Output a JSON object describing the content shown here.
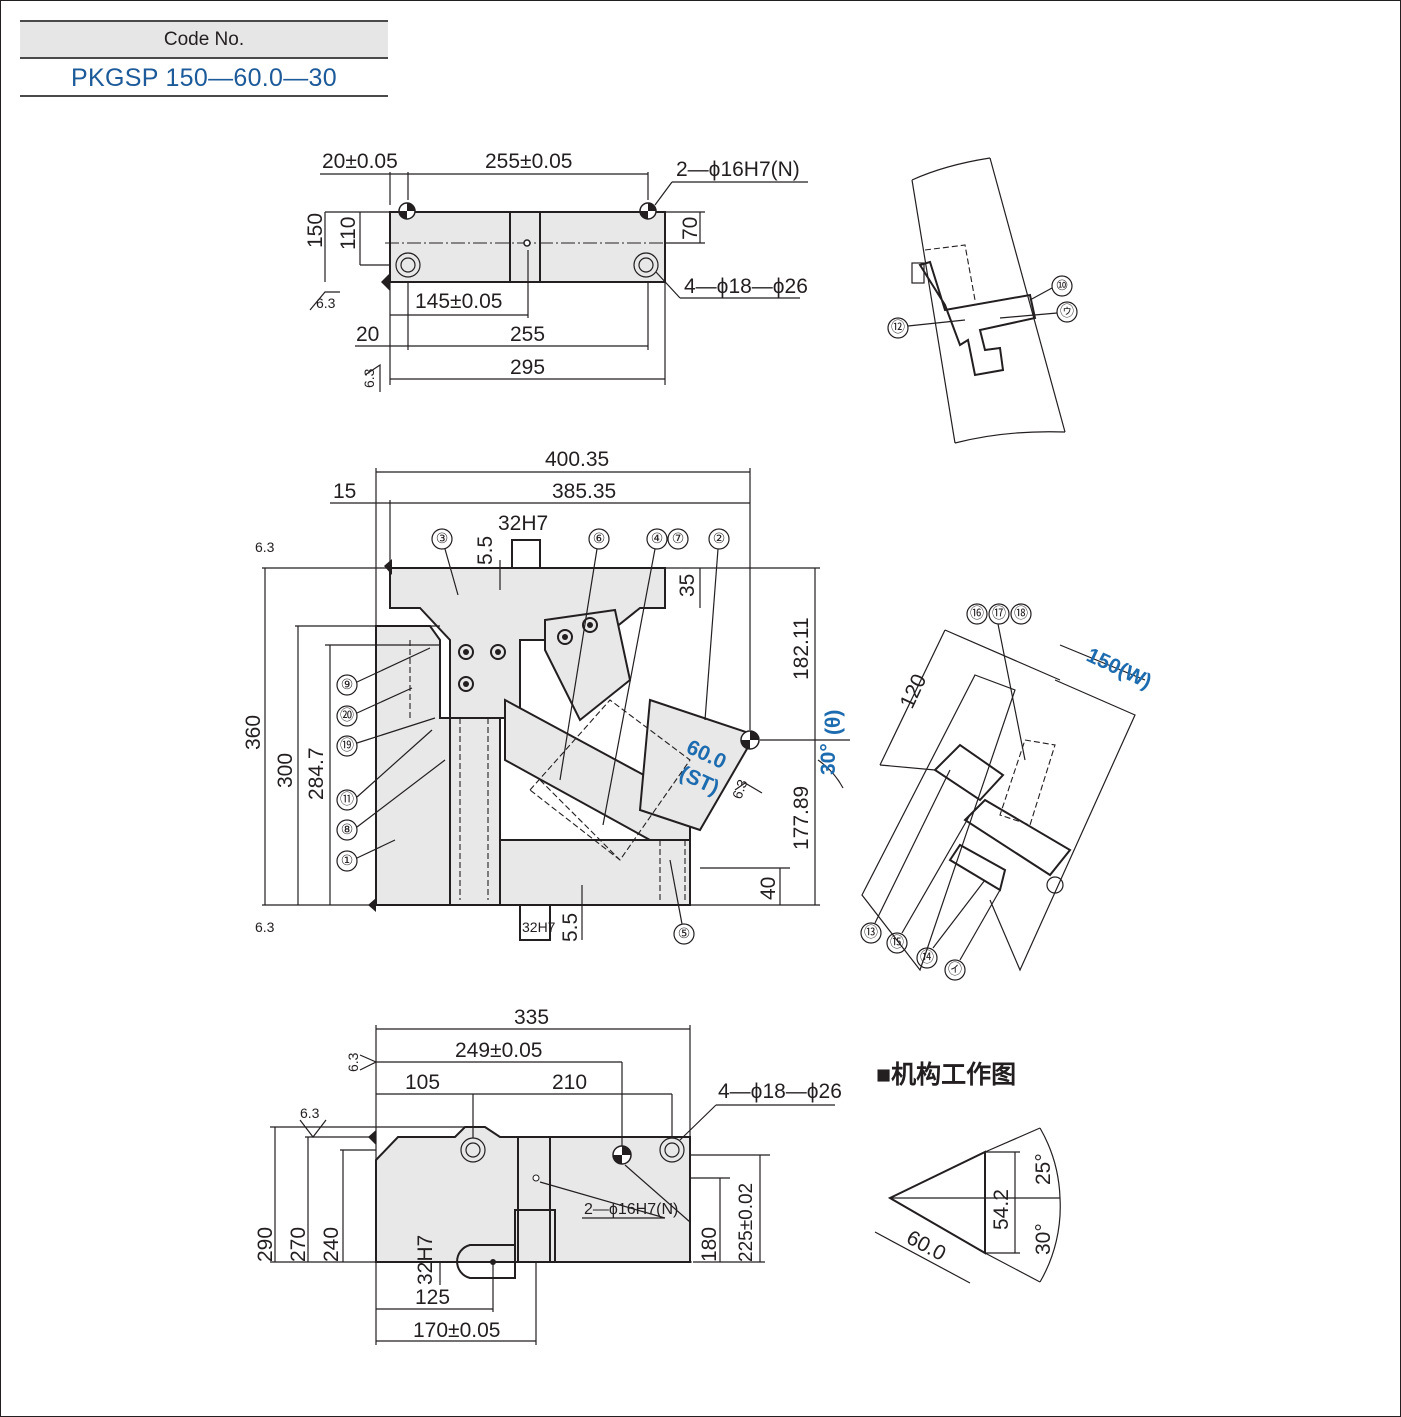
{
  "header": {
    "code_label": "Code No.",
    "code_value": "PKGSP 150—60.0—30"
  },
  "top_view": {
    "dim_20_tol": "20±0.05",
    "dim_255_tol": "255±0.05",
    "pin_holes": "2—ϕ16H7(N)",
    "dim_150": "150",
    "dim_110": "110",
    "dim_70": "70",
    "bolt_holes": "4—ϕ18—ϕ26",
    "dim_145_tol": "145±0.05",
    "dim_20": "20",
    "dim_255": "255",
    "dim_295": "295",
    "roughness_a": "6.3",
    "roughness_b": "6.3"
  },
  "front_view": {
    "dim_400_35": "400.35",
    "dim_15": "15",
    "dim_385_35": "385.35",
    "dim_32h7_top": "32H7",
    "dim_5_5_top": "5.5",
    "dim_35": "35",
    "dim_182_11": "182.11",
    "dim_177_89": "177.89",
    "dim_360": "360",
    "dim_300": "300",
    "dim_284_7": "284.7",
    "dim_40": "40",
    "dim_32h7_bottom": "32H7",
    "dim_5_5_bottom": "5.5",
    "stroke_value": "60.0",
    "stroke_label": "(ST)",
    "angle_value": "30°",
    "angle_symbol": "(θ)",
    "roughness_top": "6.3",
    "roughness_bottom": "6.3",
    "roughness_slide": "6.3",
    "callouts": {
      "c1": "①",
      "c2": "②",
      "c3": "③",
      "c4": "④",
      "c5": "⑤",
      "c6": "⑥",
      "c7": "⑦",
      "c8": "⑧",
      "c9": "⑨",
      "c11": "⑪",
      "c19": "⑲",
      "c20": "⑳"
    }
  },
  "detail_top": {
    "c10": "⑩",
    "c22": "㋒",
    "c12": "⑫"
  },
  "detail_side": {
    "c16": "⑯",
    "c17": "⑰",
    "c18": "⑱",
    "dim_120": "120",
    "width_label": "150(W)",
    "c13": "⑬",
    "c15": "⑮",
    "c14": "⑭",
    "c21": "㋑"
  },
  "bottom_view": {
    "dim_335": "335",
    "dim_249_tol": "249±0.05",
    "dim_105": "105",
    "dim_210": "210",
    "bolt_holes": "4—ϕ18—ϕ26",
    "pin_holes": "2—ϕ16H7(N)",
    "dim_290": "290",
    "dim_270": "270",
    "dim_240": "240",
    "dim_32h7": "32H7",
    "dim_180": "180",
    "dim_225_tol": "225±0.02",
    "dim_125": "125",
    "dim_170_tol": "170±0.05",
    "roughness_a": "6.3",
    "roughness_b": "6.3"
  },
  "mechanism": {
    "title": "■机构工作图",
    "stroke": "60.0",
    "height": "54.2",
    "angle_upper": "25°",
    "angle_lower": "30°"
  }
}
